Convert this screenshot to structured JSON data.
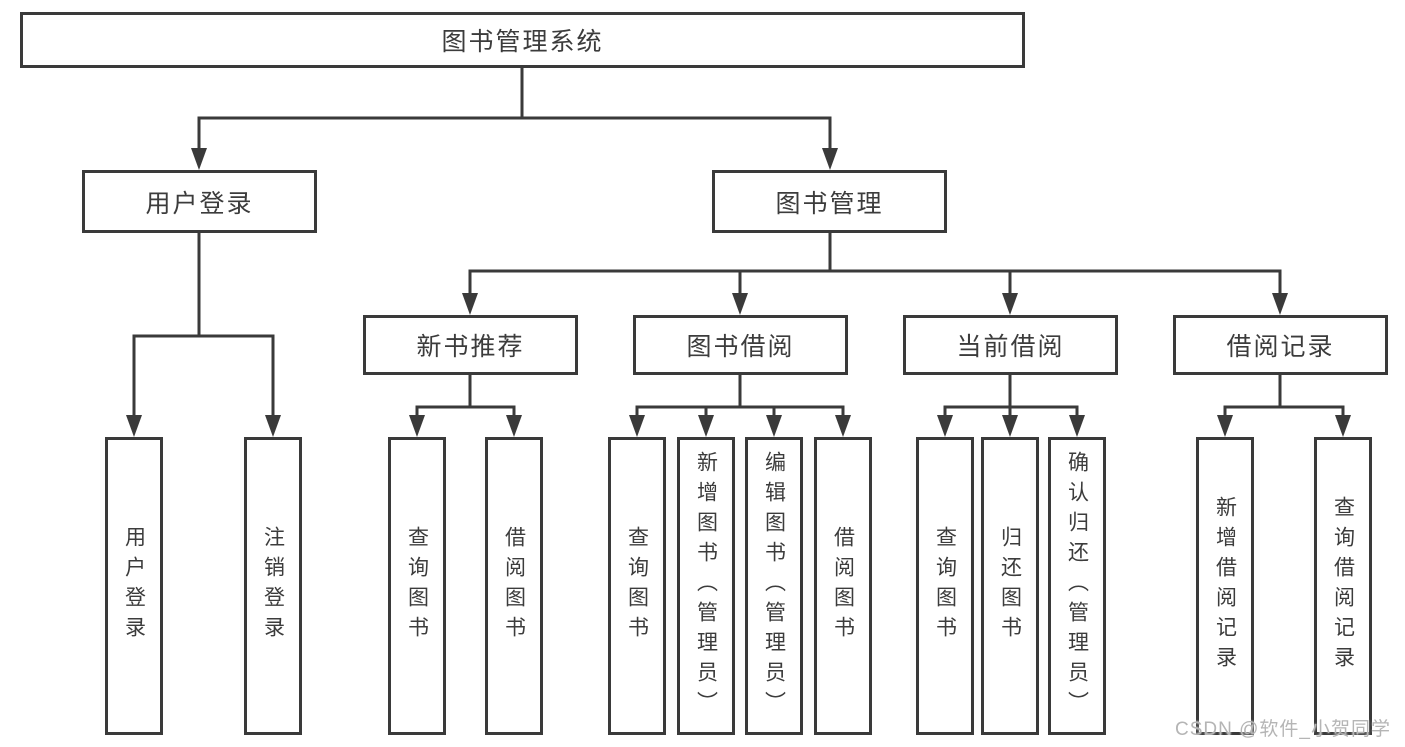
{
  "tree": {
    "root": "图书管理系统",
    "branches": [
      {
        "label": "用户登录",
        "children": [
          {
            "label": "用户登录"
          },
          {
            "label": "注销登录"
          }
        ]
      },
      {
        "label": "图书管理",
        "sections": [
          {
            "label": "新书推荐",
            "children": [
              {
                "label": "查询图书"
              },
              {
                "label": "借阅图书"
              }
            ]
          },
          {
            "label": "图书借阅",
            "children": [
              {
                "label": "查询图书"
              },
              {
                "label": "新增图书（管理员）"
              },
              {
                "label": "编辑图书（管理员）"
              },
              {
                "label": "借阅图书"
              }
            ]
          },
          {
            "label": "当前借阅",
            "children": [
              {
                "label": "查询图书"
              },
              {
                "label": "归还图书"
              },
              {
                "label": "确认归还（管理员）"
              }
            ]
          },
          {
            "label": "借阅记录",
            "children": [
              {
                "label": "新增借阅记录"
              },
              {
                "label": "查询借阅记录"
              }
            ]
          }
        ]
      }
    ]
  },
  "colors": {
    "line": "#3a3a3a",
    "text": "#3c3c3c",
    "watermark_text": "#b5b5b5"
  },
  "watermark": "CSDN @软件_小贺同学"
}
